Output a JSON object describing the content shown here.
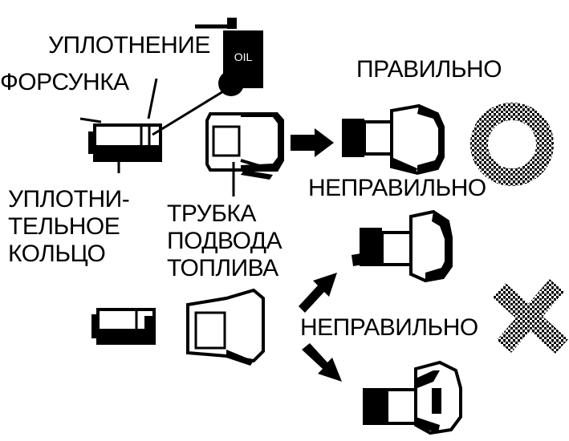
{
  "labels": {
    "seal": "УПЛОТНЕНИЕ",
    "injector": "ФОРСУНКА",
    "o_ring": [
      "УПЛОТНИ-",
      "ТЕЛЬНОЕ",
      "КОЛЬЦО"
    ],
    "fuel_pipe": [
      "ТРУБКА",
      "ПОДВОДА",
      "ТОПЛИВА"
    ],
    "correct": "ПРАВИЛЬНО",
    "incorrect_1": "НЕПРАВИЛЬНО",
    "incorrect_2": "НЕПРАВИЛЬНО",
    "oil_can": "OIL"
  },
  "symbols": {
    "correct": "circle-mark",
    "incorrect": "cross-mark"
  },
  "colors": {
    "ink": "#000000",
    "background": "#ffffff"
  }
}
